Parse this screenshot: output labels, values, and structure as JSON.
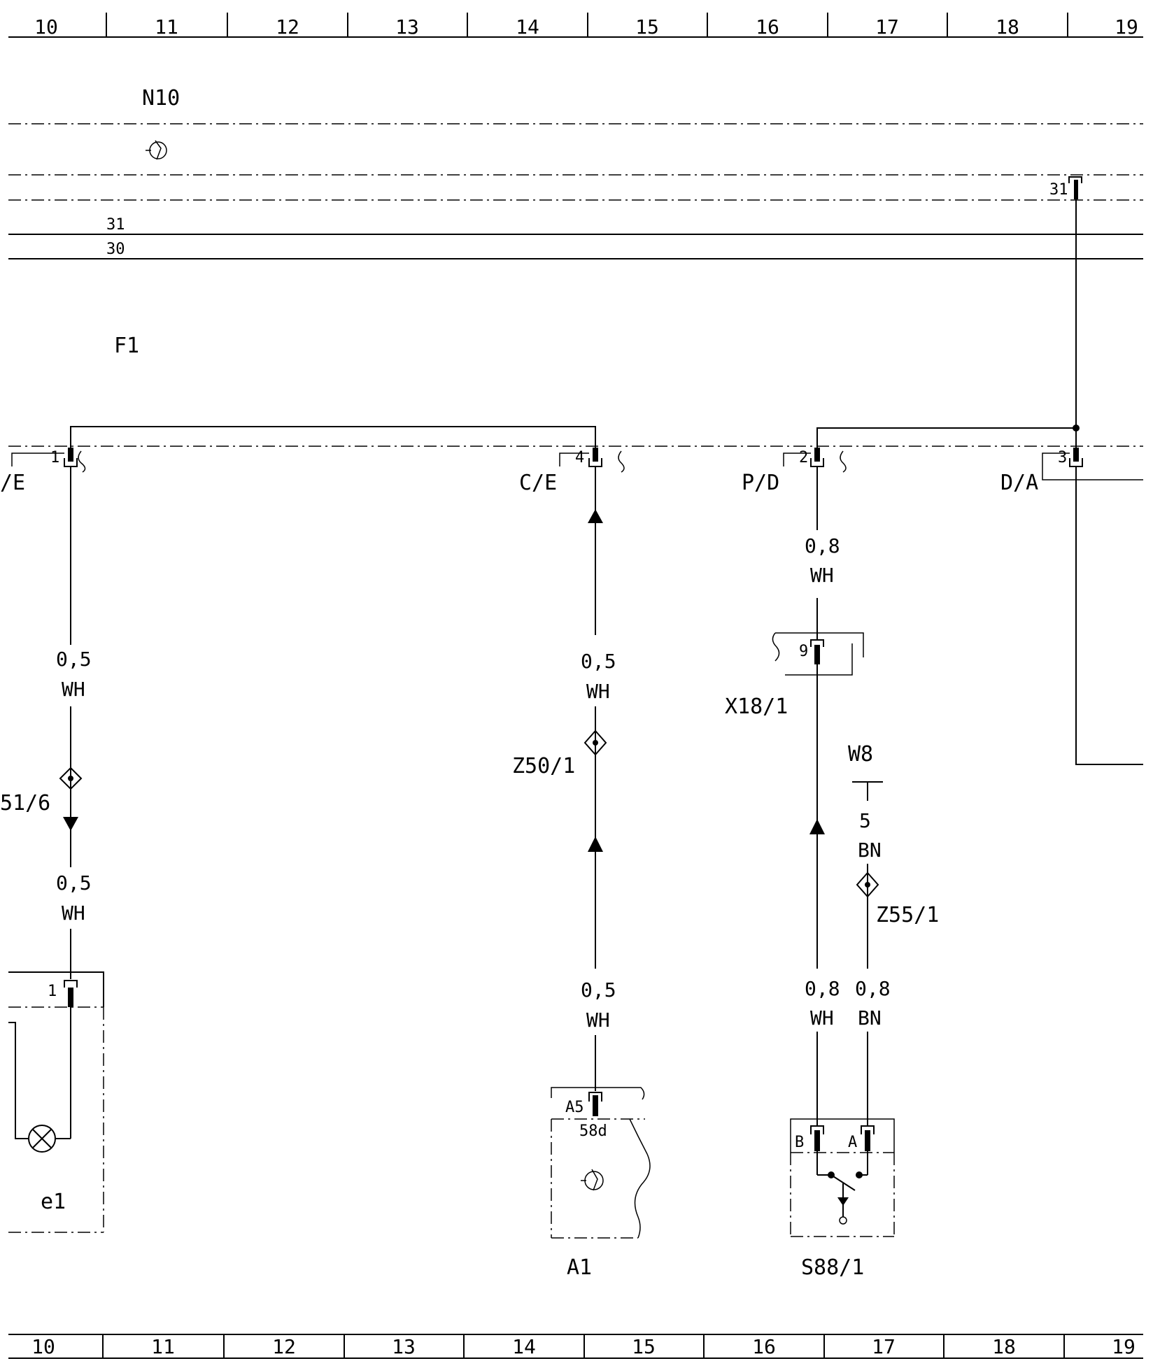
{
  "grid": {
    "top": [
      "10",
      "11",
      "12",
      "13",
      "14",
      "15",
      "16",
      "17",
      "18",
      "19"
    ],
    "bottom": [
      "10",
      "11",
      "12",
      "13",
      "14",
      "15",
      "16",
      "17",
      "18",
      "19"
    ]
  },
  "components": {
    "n10": "N10",
    "f1": "F1",
    "x18_1": "X18/1",
    "w8": "W8",
    "z50_1": "Z50/1",
    "z55_1": "Z55/1",
    "z51_6": "51/6",
    "e1": "e1",
    "a1": "A1",
    "s88_1": "S88/1"
  },
  "bus_lines": {
    "l31": "31",
    "l30": "30"
  },
  "pins": {
    "p31": "31",
    "p1": "1",
    "p4": "4",
    "p2": "2",
    "p3": "3",
    "p9": "9",
    "e1_pin": "1",
    "a1_pin": "A5",
    "a1_sub": "58d",
    "s_b": "B",
    "s_a": "A",
    "w8_pin": "5"
  },
  "connector_codes": {
    "c1": "/E",
    "c4": "C/E",
    "c2": "P/D",
    "c3": "D/A"
  },
  "wires": {
    "w1_top": {
      "size": "0,5",
      "color": "WH"
    },
    "w1_bot": {
      "size": "0,5",
      "color": "WH"
    },
    "w4_top": {
      "size": "0,5",
      "color": "WH"
    },
    "w4_bot": {
      "size": "0,5",
      "color": "WH"
    },
    "w2_top": {
      "size": "0,8",
      "color": "WH"
    },
    "w2_bot": {
      "size": "0,8",
      "color": "WH"
    },
    "w8_wire": {
      "color": "BN"
    },
    "w8_bot": {
      "size": "0,8",
      "color": "BN"
    }
  }
}
